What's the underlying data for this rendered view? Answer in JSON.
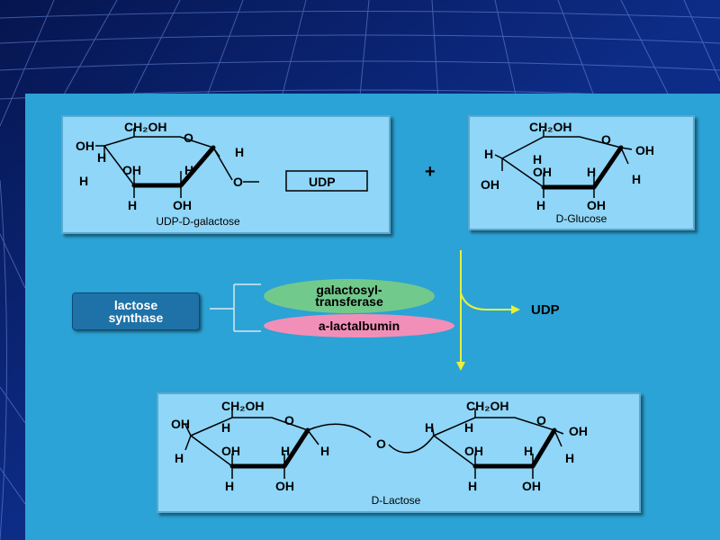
{
  "udp_galactose": {
    "ch2oh": "CH₂OH",
    "ring_o": "O",
    "oh": "OH",
    "h": "H",
    "link_o": "O",
    "udp": "UDP",
    "caption": "UDP-D-galactose"
  },
  "plus": "+",
  "glucose": {
    "ch2oh": "CH₂OH",
    "ring_o": "O",
    "oh": "OH",
    "h": "H",
    "caption": "D-Glucose"
  },
  "enzyme": {
    "complex_line1": "lactose",
    "complex_line2": "synthase",
    "component1_line1": "galactosyl-",
    "component1_line2": "transferase",
    "component2": "a-lactalbumin"
  },
  "byproduct": "UDP",
  "lactose": {
    "ch2oh": "CH₂OH",
    "ring_o": "O",
    "oh": "OH",
    "h": "H",
    "glycosidic_o": "O",
    "caption": "D-Lactose"
  },
  "colors": {
    "background": "#0a1f66",
    "slide": "#2ba3d6",
    "box": "#8fd6f8",
    "arrow": "#e8f03a",
    "galactosyl": "#72c98c",
    "lactalbumin": "#f28fb8",
    "synthase": "#1e72a8"
  }
}
